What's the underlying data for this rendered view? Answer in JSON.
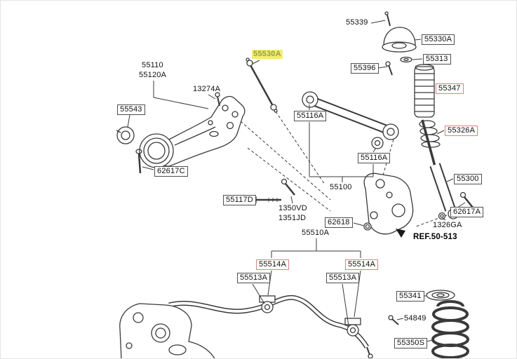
{
  "colors": {
    "line": "#3a3a3a",
    "box_border": "#4f4f4f",
    "red_box_border": "#de8181",
    "highlight_bg": "#f2ee6f",
    "highlight_text": "#989d49"
  },
  "labels": [
    {
      "text": "55339"
    },
    {
      "text": "55330A"
    },
    {
      "text": "55313"
    },
    {
      "text": "55396"
    },
    {
      "text": "55347"
    },
    {
      "text": "55326A"
    },
    {
      "text": "55300"
    },
    {
      "text": "62617A"
    },
    {
      "text": "1326GA"
    },
    {
      "text": "55110"
    },
    {
      "text": "55120A"
    },
    {
      "text": "13274A"
    },
    {
      "text": "55543"
    },
    {
      "text": "62617C"
    },
    {
      "text": "55530A"
    },
    {
      "text": "55116A"
    },
    {
      "text": "55116A"
    },
    {
      "text": "55100"
    },
    {
      "text": "55117D"
    },
    {
      "text": "1350VD"
    },
    {
      "text": "1351JD"
    },
    {
      "text": "62618"
    },
    {
      "text": "55510A"
    },
    {
      "text": "55514A"
    },
    {
      "text": "55514A"
    },
    {
      "text": "55513A"
    },
    {
      "text": "55513A"
    },
    {
      "text": "55341"
    },
    {
      "text": "54849"
    },
    {
      "text": "55350S"
    },
    {
      "text": "REF.50-513"
    }
  ]
}
